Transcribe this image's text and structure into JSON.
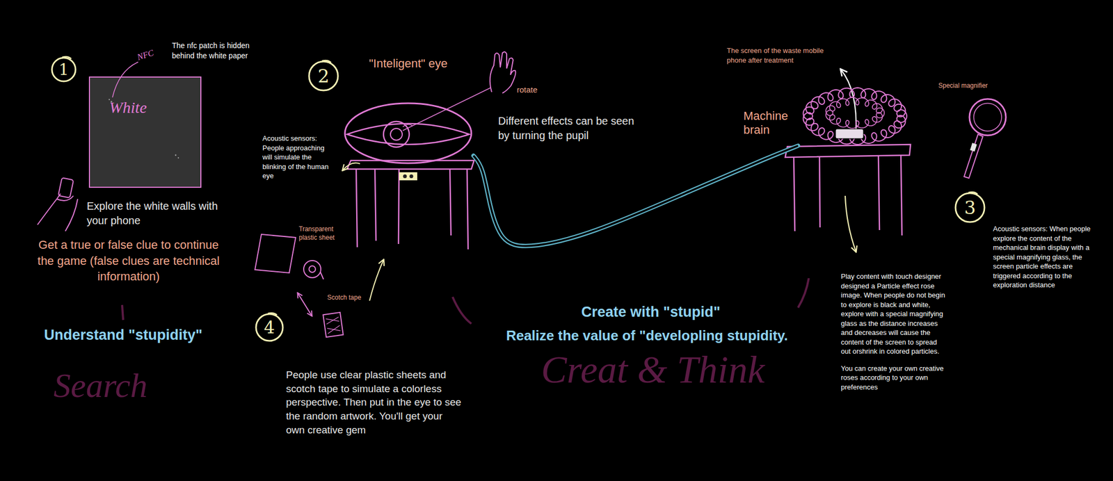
{
  "diagram": {
    "nodes": [
      {
        "text": [
          "1"
        ]
      },
      {
        "text": [
          "White"
        ]
      },
      {
        "text": [
          "2"
        ]
      },
      {
        "text": [
          "\"Inteligent\" eye"
        ]
      },
      {
        "text": [
          "Machine brain"
        ]
      },
      {
        "text": [
          "3"
        ]
      },
      {
        "text": [
          "4"
        ]
      }
    ],
    "edges": [
      {
        "from": 3,
        "to": 4,
        "arrow": "none"
      }
    ],
    "labels": [
      "NFC",
      "The nfc patch is hidden behind the white paper",
      "Explore the white walls with your phone",
      "Get a true or false clue to continue the game (false clues are technical information)",
      "Understand \"stupidity\"",
      "Search",
      "Acoustic sensors: People approaching will simulate the blinking of the human eye",
      "rotate",
      "Different effects can be seen by turning the pupil",
      "Transparent plastic sheet",
      "Scotch tape",
      "People use clear plastic sheets and scotch tape to simulate a colorless perspective. Then put in the eye to see the random artwork. You'll get your own creative gem",
      "Create with \"stupid\"",
      "Realize the value of \"developling stupidity.",
      "Creat & Think",
      "The screen of the waste mobile phone after treatment",
      "Special magnifier",
      "Acoustic sensors: When people explore the content of the mechanical brain display with a special magnifying glass, the screen particle effects are triggered according to the exploration distance",
      "Play content with touch designer designed a Particle effect rose image. When people do not begin to explore is black and white, explore with a special magnifying glass as the distance increases and decreases will cause the content of the screen to spread out orshrink in colored particles.",
      "You can create your own creative roses according to your own preferences"
    ]
  }
}
